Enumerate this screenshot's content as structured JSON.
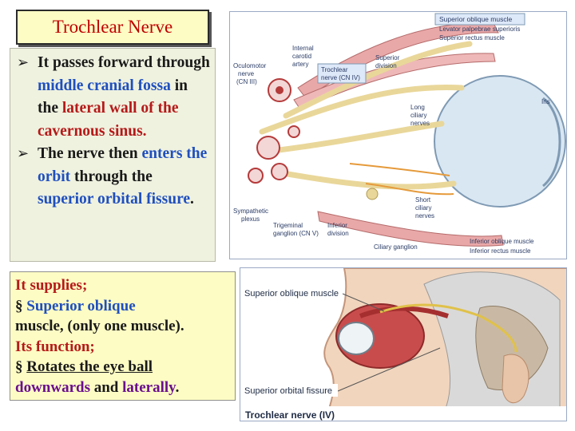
{
  "title": "Trochlear Nerve",
  "bullet1": {
    "p1": "It passes forward through ",
    "blue": "middle cranial fossa",
    "p2": " in the ",
    "red": "lateral wall of the cavernous sinus."
  },
  "bullet2": {
    "blue1": "enters the orbit",
    "p1": "The nerve then ",
    "p2": " through the ",
    "blue2": "superior",
    "blue3": "orbital fissure",
    "p3": "."
  },
  "supplies": {
    "heading": "It supplies;",
    "item1_blue": "Superior oblique",
    "item1_rest": "muscle, (only one muscle).",
    "function_heading": "Its function;",
    "item2": "Rotates the eye ball",
    "dir1": "downwards",
    "and": " and ",
    "dir2": "laterally",
    "period": "."
  },
  "figure1": {
    "labels": {
      "superior_oblique": "Superior oblique muscle",
      "levator": "Levator palpebrae superioris",
      "superior_rectus": "Superior rectus muscle",
      "internal_carotid_1": "Internal",
      "internal_carotid_2": "carotid",
      "internal_carotid_3": "artery",
      "oculomotor_1": "Oculomotor",
      "oculomotor_2": "nerve",
      "oculomotor_3": "(CN III)",
      "trochlear_1": "Trochlear",
      "trochlear_2": "nerve (CN IV)",
      "superior_div_1": "Superior",
      "superior_div_2": "division",
      "long_ciliary_1": "Long",
      "long_ciliary_2": "ciliary",
      "long_ciliary_3": "nerves",
      "iris": "Iris",
      "short_ciliary_1": "Short",
      "short_ciliary_2": "ciliary",
      "short_ciliary_3": "nerves",
      "sympathetic_1": "Sympathetic",
      "sympathetic_2": "plexus",
      "trigeminal_1": "Trigeminal",
      "trigeminal_2": "ganglion (CN V)",
      "inferior_div_1": "Inferior",
      "inferior_div_2": "division",
      "ciliary_ganglion": "Ciliary ganglion",
      "inferior_oblique": "Inferior oblique muscle",
      "inferior_rectus": "Inferior rectus muscle"
    }
  },
  "figure2": {
    "superior_oblique": "Superior oblique muscle",
    "superior_orbital_fissure": "Superior orbital fissure",
    "caption": "Trochlear nerve (IV)"
  },
  "colors": {
    "title_text": "#c00000",
    "blue_text": "#1f4fbf",
    "red_text": "#b51a1a",
    "purple_text": "#6a0f8e",
    "box_yellow": "#fdfcc4",
    "box_grey": "#eff2df"
  }
}
